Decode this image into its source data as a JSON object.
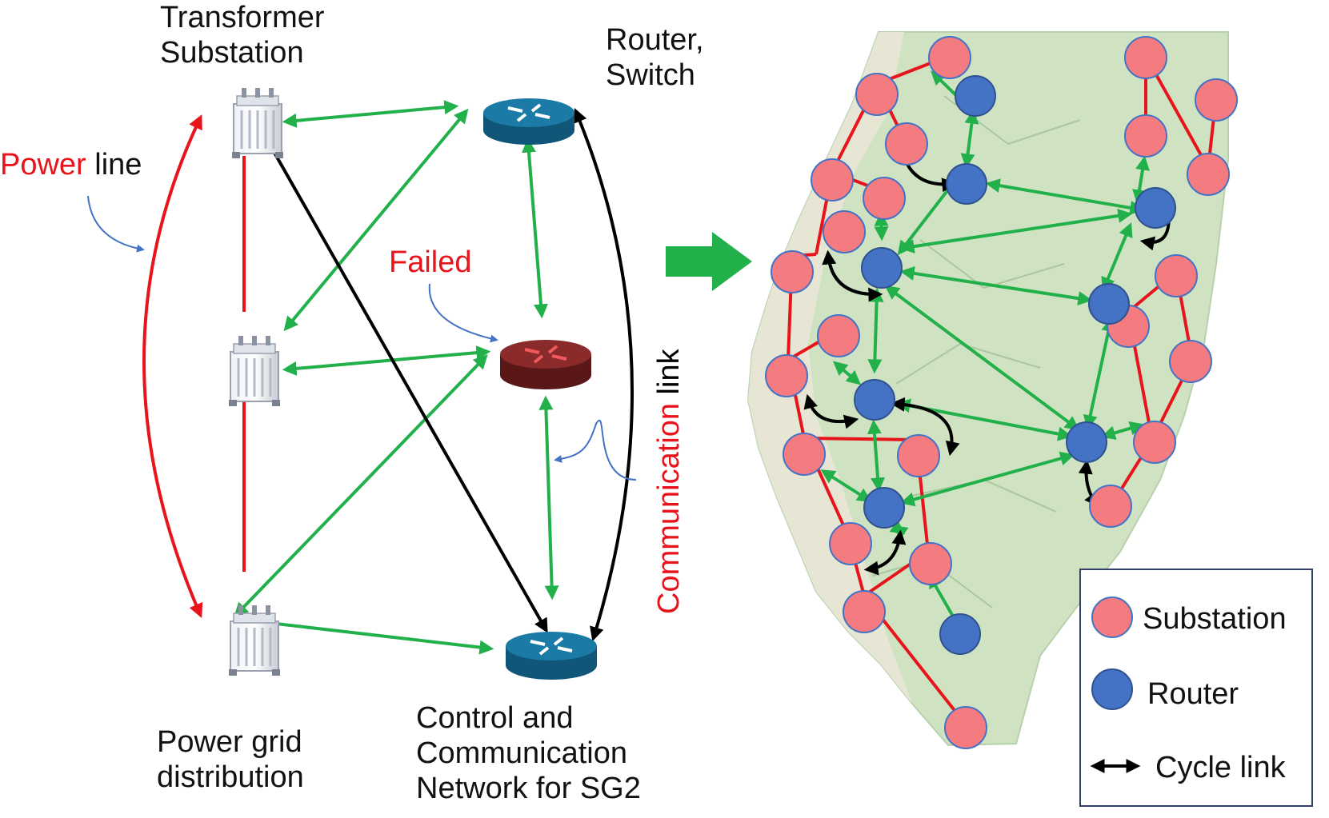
{
  "labels": {
    "transformer_substation": "Transformer\nSubstation",
    "router_switch": "Router,\nSwitch",
    "power_word": "Power",
    "line_word": " line",
    "failed": "Failed",
    "communication_word": "Communication",
    "link_word": " link",
    "power_grid_distribution": "Power grid\ndistribution",
    "control_network": "Control and\nCommunication\nNetwork for SG2"
  },
  "legend": {
    "substation": "Substation",
    "router": "Router",
    "cycle_link": "Cycle link"
  },
  "colors": {
    "power_line": "#e8141b",
    "comm_link": "#22b04b",
    "cycle_link": "#000000",
    "substation_fill": "#f47c80",
    "router_fill": "#4472c4",
    "failed_router": "#6b1e1e",
    "router_body": "#17668f",
    "callout": "#4472c4",
    "map_land": "#cfe3c2"
  },
  "icons": {
    "transformer": "transformer-icon",
    "router": "router-icon",
    "arrow": "right-arrow-icon"
  }
}
